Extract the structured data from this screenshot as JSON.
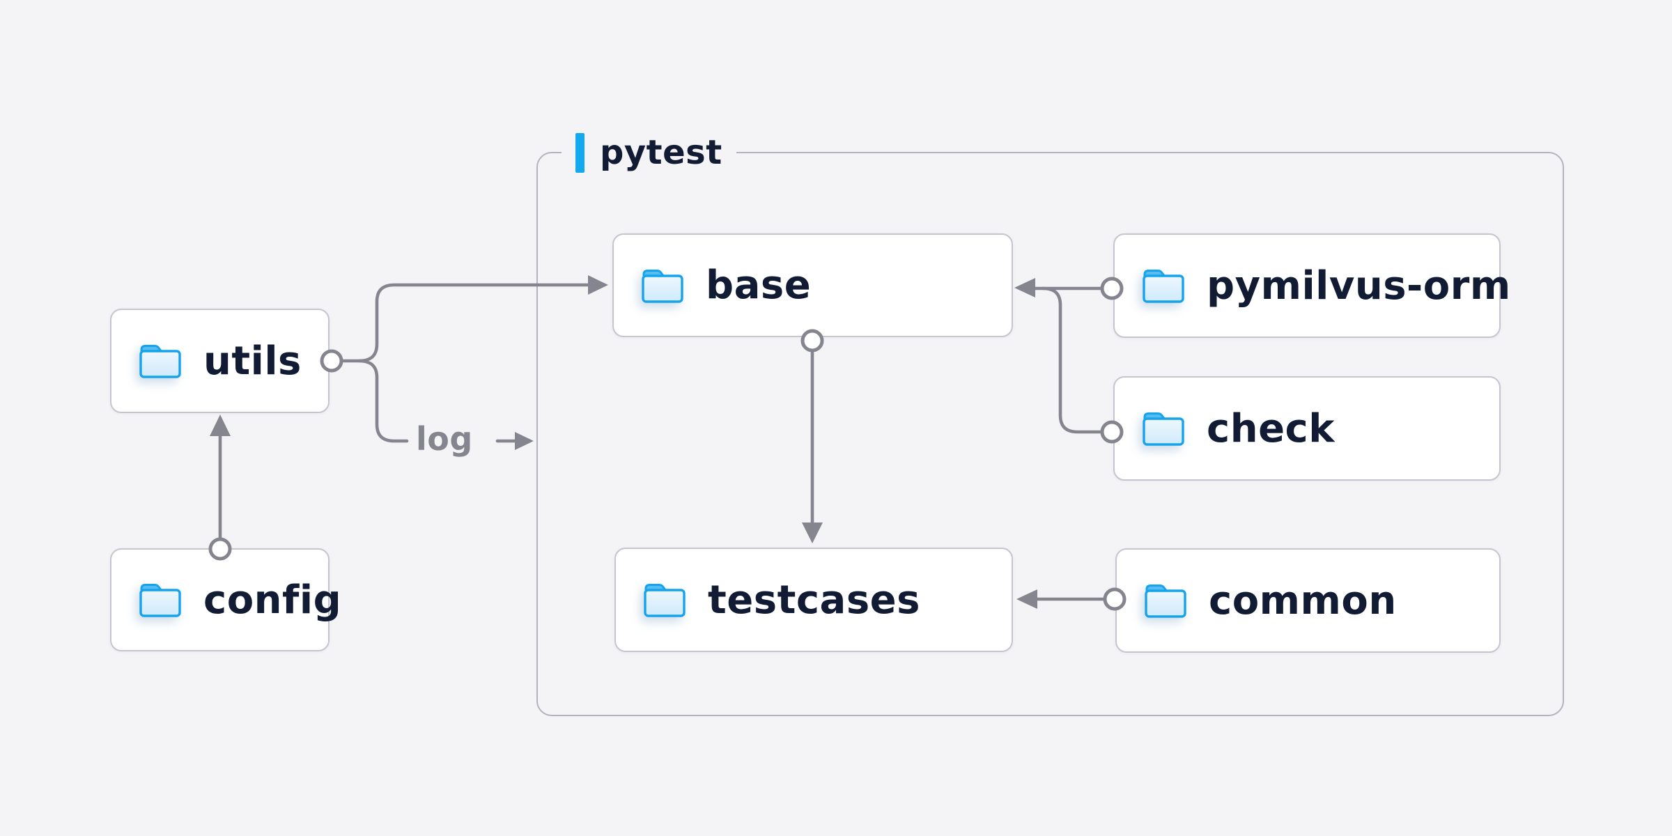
{
  "group": {
    "label": "pytest"
  },
  "nodes": {
    "utils": {
      "label": "utils"
    },
    "config": {
      "label": "config"
    },
    "base": {
      "label": "base"
    },
    "pymilvus_orm": {
      "label": "pymilvus-orm"
    },
    "check": {
      "label": "check"
    },
    "testcases": {
      "label": "testcases"
    },
    "common": {
      "label": "common"
    }
  },
  "edge_label": {
    "text": "log"
  },
  "edges": [
    {
      "from": "config",
      "to": "utils"
    },
    {
      "from": "utils",
      "to": "base"
    },
    {
      "from": "utils",
      "to": "log"
    },
    {
      "from": "base",
      "to": "testcases"
    },
    {
      "from": "pymilvus-orm",
      "to": "base"
    },
    {
      "from": "check",
      "to": "base"
    },
    {
      "from": "common",
      "to": "testcases"
    }
  ],
  "colors": {
    "background": "#f4f4f6",
    "line_gray": "#85858f",
    "text_navy": "#111b33",
    "accent_blue": "#14a9ef",
    "node_border": "#c5c5d0",
    "group_border": "#b3b3c0",
    "folder_stroke": "#17a3ec",
    "folder_tab": "#55bdf2",
    "folder_fill_top": "#eef7fd",
    "folder_fill_bottom": "#cfeafb"
  }
}
